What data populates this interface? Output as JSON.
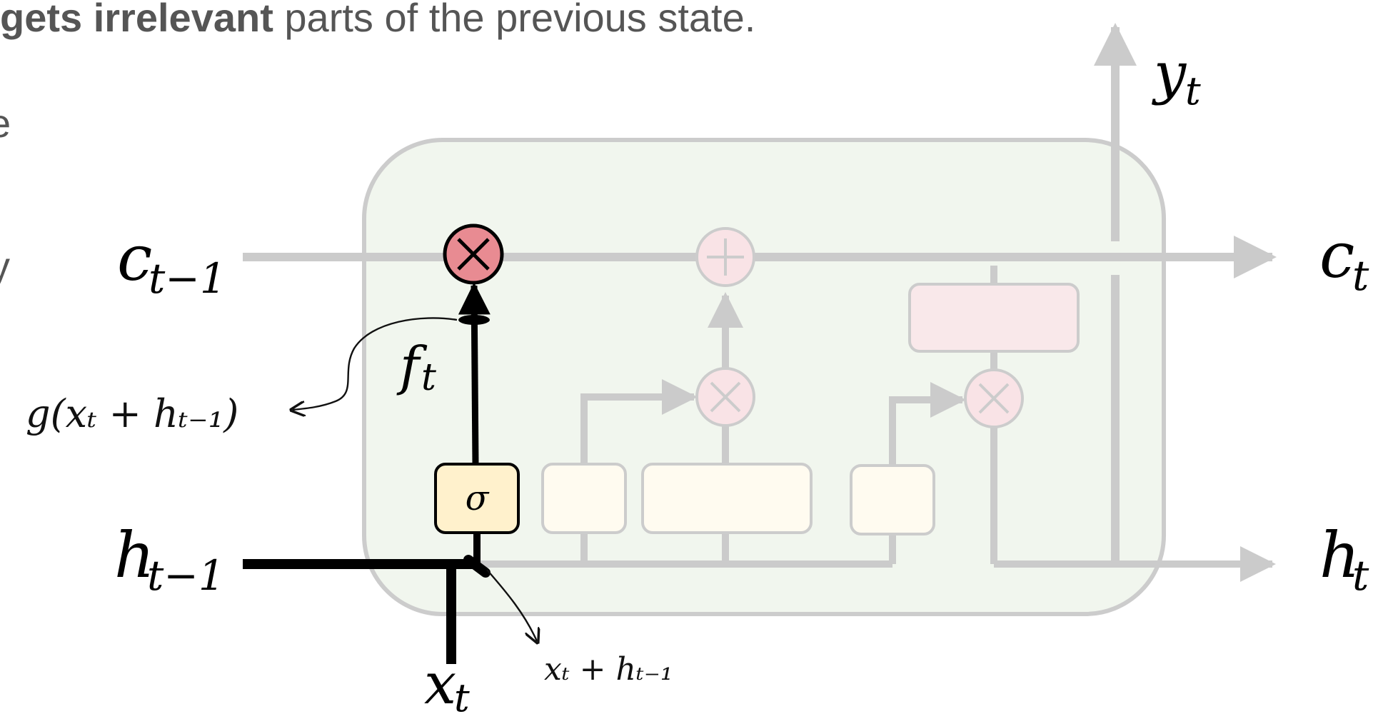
{
  "caption": {
    "bold": "gets irrelevant",
    "rest": " parts of the previous state."
  },
  "stray_left": [
    "e",
    "y"
  ],
  "labels": {
    "c_prev": {
      "main": "c",
      "sub": "t−1"
    },
    "c_next": {
      "main": "c",
      "sub": "t"
    },
    "h_prev": {
      "main": "h",
      "sub": "t−1"
    },
    "h_next": {
      "main": "h",
      "sub": "t"
    },
    "x_t": {
      "main": "x",
      "sub": "t"
    },
    "y_t": {
      "main": "y",
      "sub": "t"
    },
    "f_t": {
      "main": "f",
      "sub": "t"
    },
    "sigma": "σ"
  },
  "annotations": {
    "gate_function": "g(xₜ + hₜ₋₁)",
    "input_sum": "xₜ + hₜ₋₁"
  },
  "colors": {
    "cell_bg": "#f1f6ee",
    "cell_border": "#cccccc",
    "faded_line": "#cbcbcb",
    "active_line": "#000000",
    "mult_active": "#e88b92",
    "mult_faded": "#f9e3e6",
    "sigma_active": "#fff1cc",
    "box_faded": "#fffbf0",
    "box_pink": "#f9e8ea"
  }
}
